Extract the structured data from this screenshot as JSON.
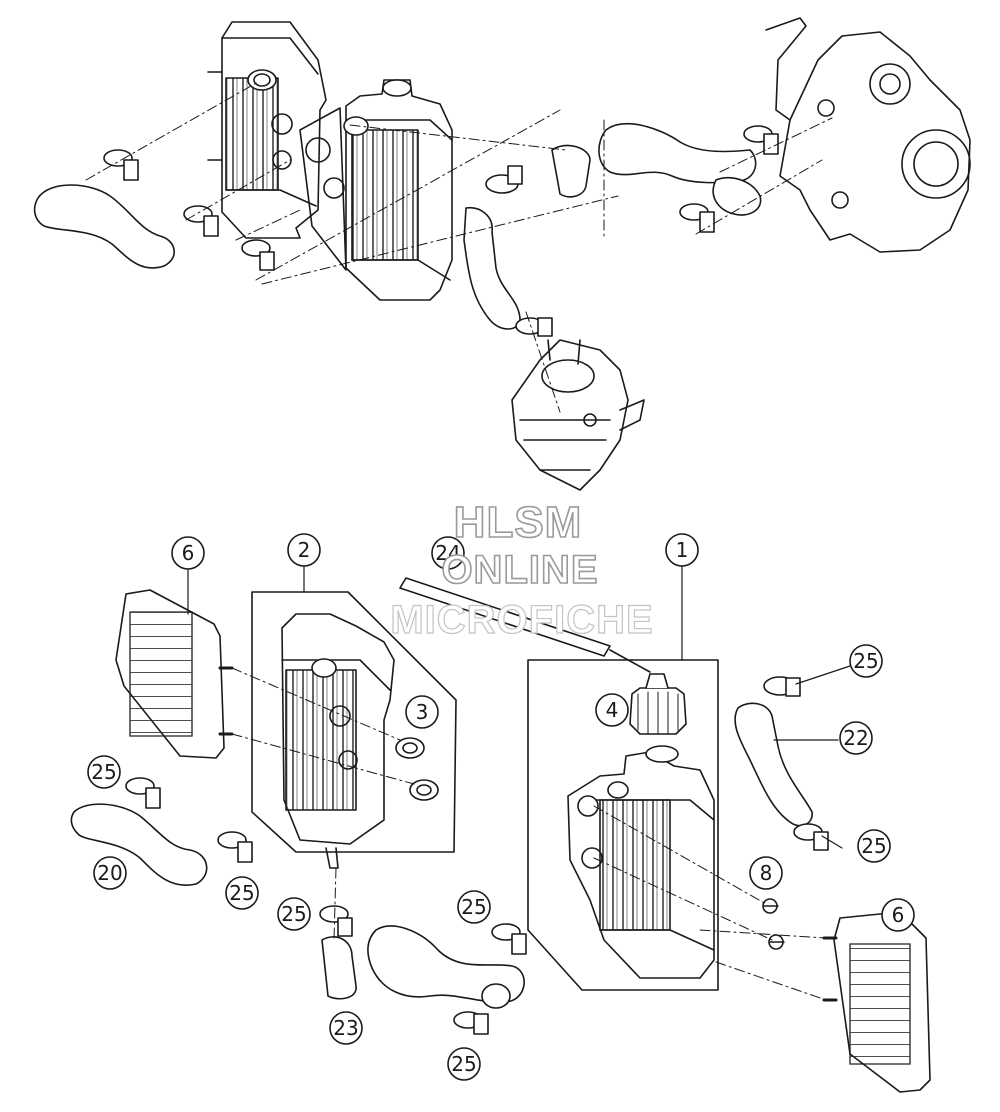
{
  "watermark": {
    "line1": "HLSM",
    "line2": "ONLINE",
    "line3": "MICROFICHE"
  },
  "callouts": [
    {
      "id": "c1",
      "label": "1"
    },
    {
      "id": "c2",
      "label": "2"
    },
    {
      "id": "c3",
      "label": "3"
    },
    {
      "id": "c4",
      "label": "4"
    },
    {
      "id": "c6a",
      "label": "6"
    },
    {
      "id": "c6b",
      "label": "6"
    },
    {
      "id": "c8",
      "label": "8"
    },
    {
      "id": "c20",
      "label": "20"
    },
    {
      "id": "c22",
      "label": "22"
    },
    {
      "id": "c23",
      "label": "23"
    },
    {
      "id": "c24",
      "label": "24"
    },
    {
      "id": "c25a",
      "label": "25"
    },
    {
      "id": "c25b",
      "label": "25"
    },
    {
      "id": "c25c",
      "label": "25"
    },
    {
      "id": "c25d",
      "label": "25"
    },
    {
      "id": "c25e",
      "label": "25"
    },
    {
      "id": "c25f",
      "label": "25"
    },
    {
      "id": "c25g",
      "label": "25"
    }
  ]
}
